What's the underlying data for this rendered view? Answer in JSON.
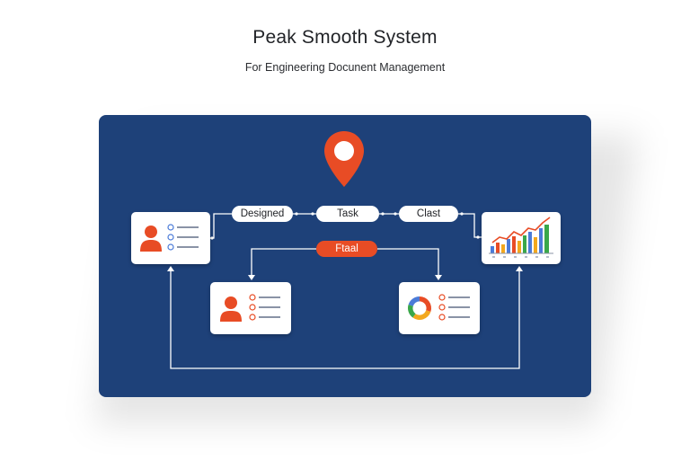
{
  "header": {
    "title": "Peak Smooth System",
    "subtitle": "For Engineering Docunent Management"
  },
  "flow": {
    "nodes": [
      {
        "label": "Designed"
      },
      {
        "label": "Task"
      },
      {
        "label": "Clast"
      },
      {
        "label": "Ftaal"
      }
    ]
  },
  "colors": {
    "panel": "#1e4179",
    "accent": "#e84c25",
    "card": "#ffffff",
    "line": "#ffffff"
  },
  "icons": {
    "pin": "location-pin-icon",
    "user": "user-icon",
    "chart": "bar-line-chart-icon",
    "donut": "donut-chart-icon"
  }
}
